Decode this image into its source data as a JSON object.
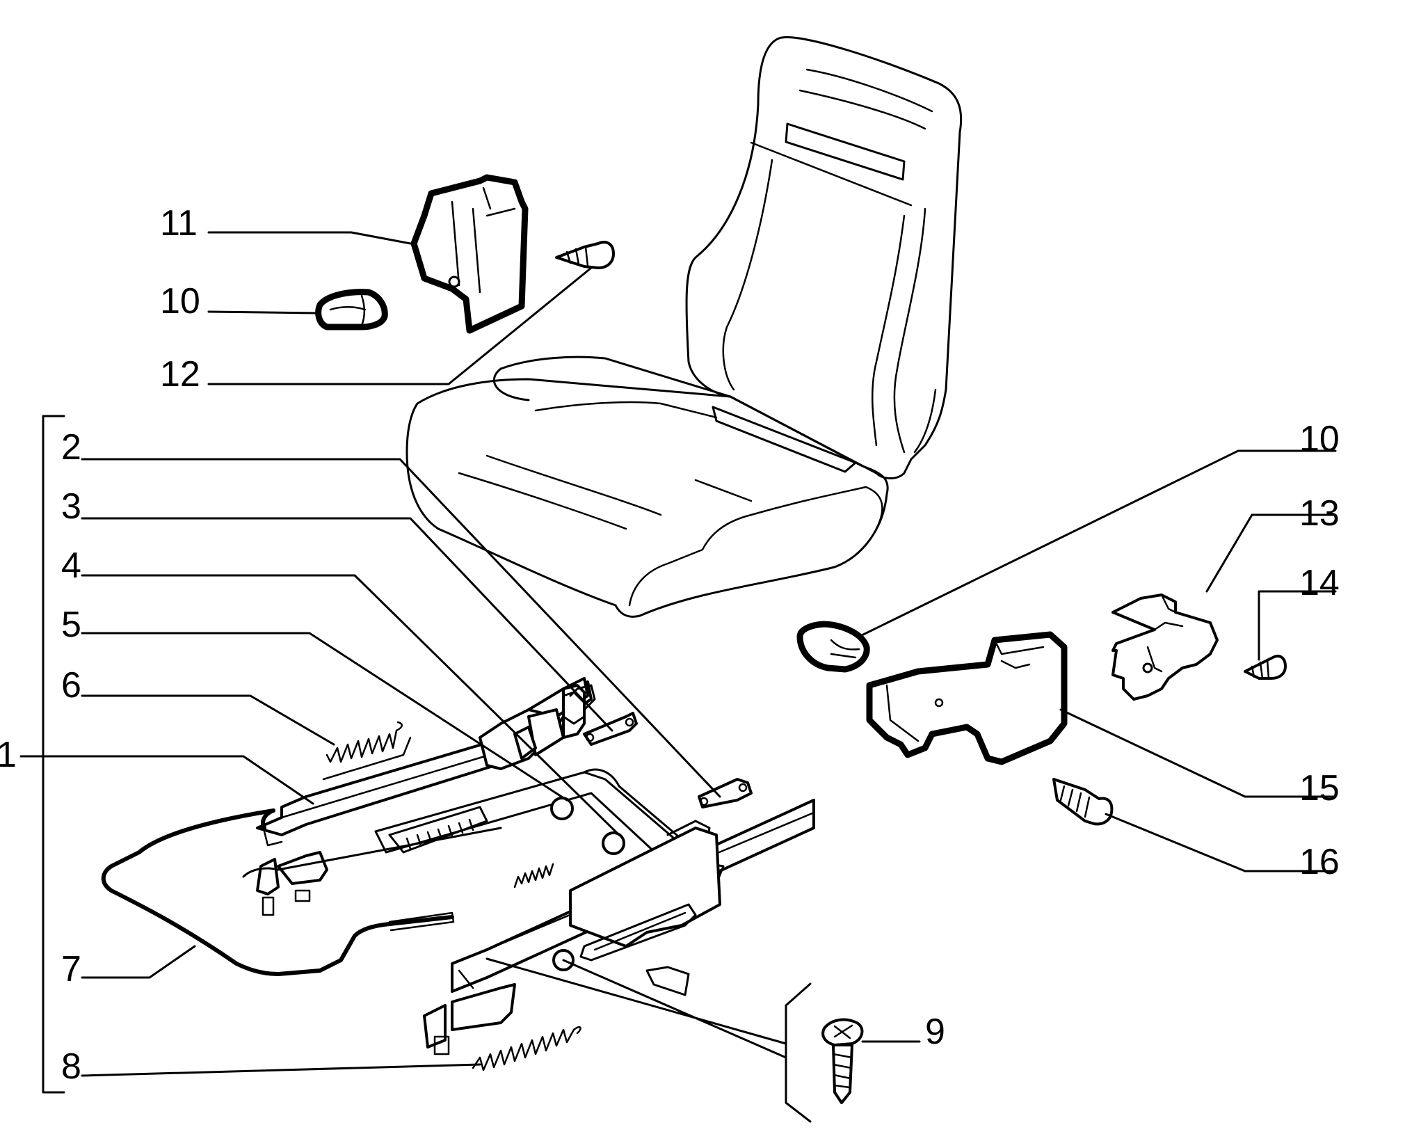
{
  "diagram": {
    "labels": {
      "l1": "1",
      "l2": "2",
      "l3": "3",
      "l4": "4",
      "l5": "5",
      "l6": "6",
      "l7": "7",
      "l8": "8",
      "l9": "9",
      "l10a": "10",
      "l10b": "10",
      "l11": "11",
      "l12": "12",
      "l13": "13",
      "l14": "14",
      "l15": "15",
      "l16": "16"
    }
  }
}
